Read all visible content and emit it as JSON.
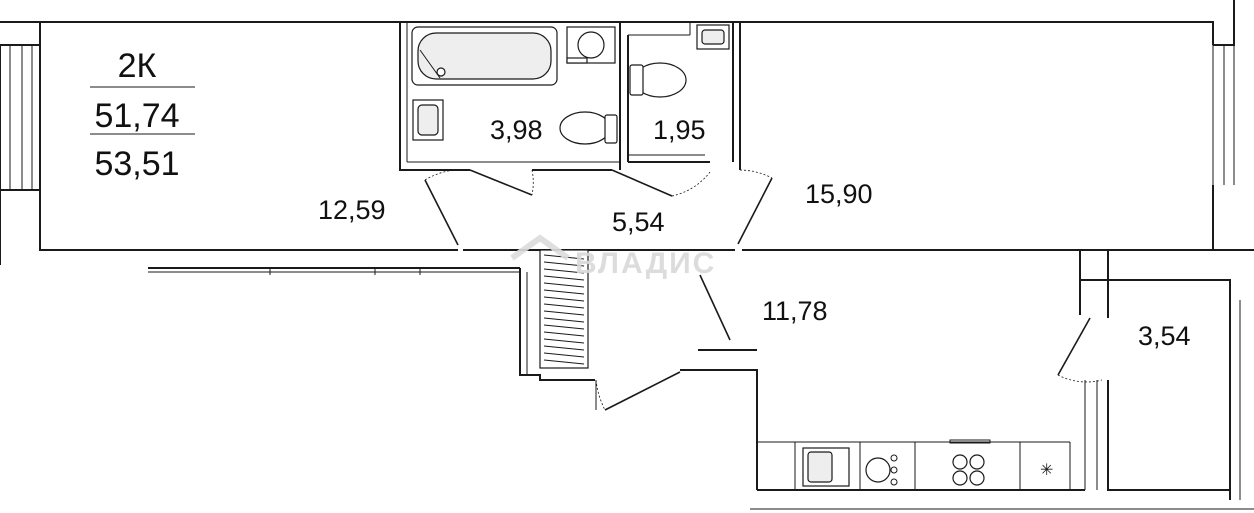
{
  "summary": {
    "rooms": "2К",
    "living_area": "51,74",
    "total_area": "53,51"
  },
  "rooms": {
    "living_room_1": "12,59",
    "bathroom": "3,98",
    "toilet": "1,95",
    "hallway": "5,54",
    "living_room_2": "15,90",
    "kitchen": "11,78",
    "balcony": "3,54"
  },
  "watermark": "ВЛАДИС"
}
